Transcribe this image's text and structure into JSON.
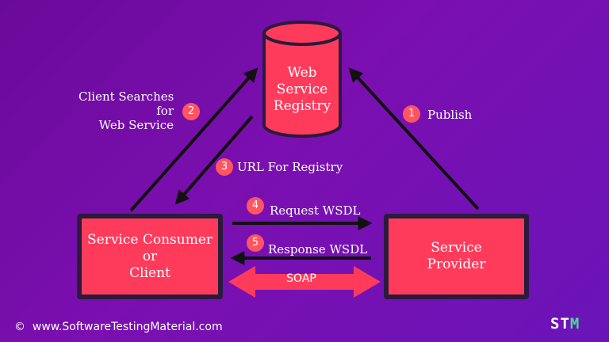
{
  "registry": {
    "lines": [
      "Web",
      "Service",
      "Registry"
    ]
  },
  "consumer": {
    "lines": [
      "Service Consumer",
      "or",
      "Client"
    ]
  },
  "provider": {
    "lines": [
      "Service",
      "Provider"
    ]
  },
  "steps": [
    {
      "number": "1",
      "label": "Publish"
    },
    {
      "number": "2",
      "label_lines": [
        "Client Searches",
        "for",
        "Web Service"
      ]
    },
    {
      "number": "3",
      "label": "URL For Registry"
    },
    {
      "number": "4",
      "label": "Request WSDL"
    },
    {
      "number": "5",
      "label": "Response WSDL"
    }
  ],
  "soap_label": "SOAP",
  "footer": {
    "copyright_symbol": "©",
    "website": "www.SoftwareTestingMaterial.com"
  },
  "logo": {
    "text_main": "ST",
    "text_accent": "M"
  },
  "colors": {
    "background": "#7010a8",
    "box_fill": "#ff3b5c",
    "box_border": "#2a1b3d",
    "badge": "#ff5561",
    "arrow": "#111111",
    "logo_accent": "#42e08a"
  }
}
